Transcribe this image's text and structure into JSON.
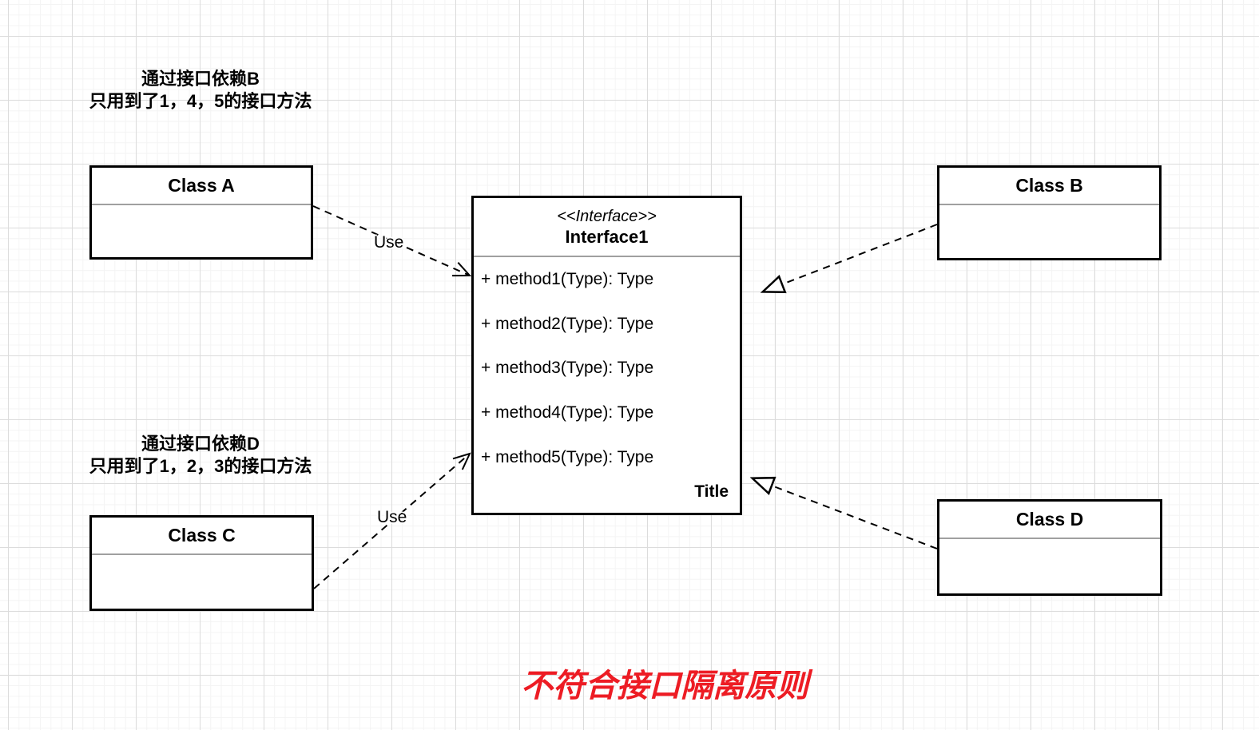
{
  "canvas": {
    "background": "#ffffff",
    "grid_major_color": "#dcdcdc",
    "grid_minor_color": "#f4f4f4"
  },
  "annotations": {
    "top": {
      "line1": "通过接口依赖B",
      "line2": "只用到了1，4，5的接口方法"
    },
    "middle": {
      "line1": "通过接口依赖D",
      "line2": "只用到了1，2，3的接口方法"
    }
  },
  "note": {
    "text": "不符合接口隔离原则",
    "color": "#ed1c24"
  },
  "interface": {
    "stereotype": "<<Interface>>",
    "name": "Interface1",
    "methods": [
      "+ method1(Type): Type",
      "+ method2(Type): Type",
      "+ method3(Type): Type",
      "+ method4(Type): Type",
      "+ method5(Type): Type"
    ],
    "footer": "Title"
  },
  "classes": [
    {
      "name": "Class A"
    },
    {
      "name": "Class B"
    },
    {
      "name": "Class C"
    },
    {
      "name": "Class D"
    }
  ],
  "edges": [
    {
      "from": "Class A",
      "to": "Interface1",
      "type": "dependency",
      "line_style": "dashed",
      "arrowhead": "open-arrow",
      "label": "Use"
    },
    {
      "from": "Class B",
      "to": "Interface1",
      "type": "realization",
      "line_style": "dashed",
      "arrowhead": "hollow-triangle",
      "label": ""
    },
    {
      "from": "Class C",
      "to": "Interface1",
      "type": "dependency",
      "line_style": "dashed",
      "arrowhead": "open-arrow",
      "label": "Use"
    },
    {
      "from": "Class D",
      "to": "Interface1",
      "type": "realization",
      "line_style": "dashed",
      "arrowhead": "hollow-triangle",
      "label": ""
    }
  ]
}
